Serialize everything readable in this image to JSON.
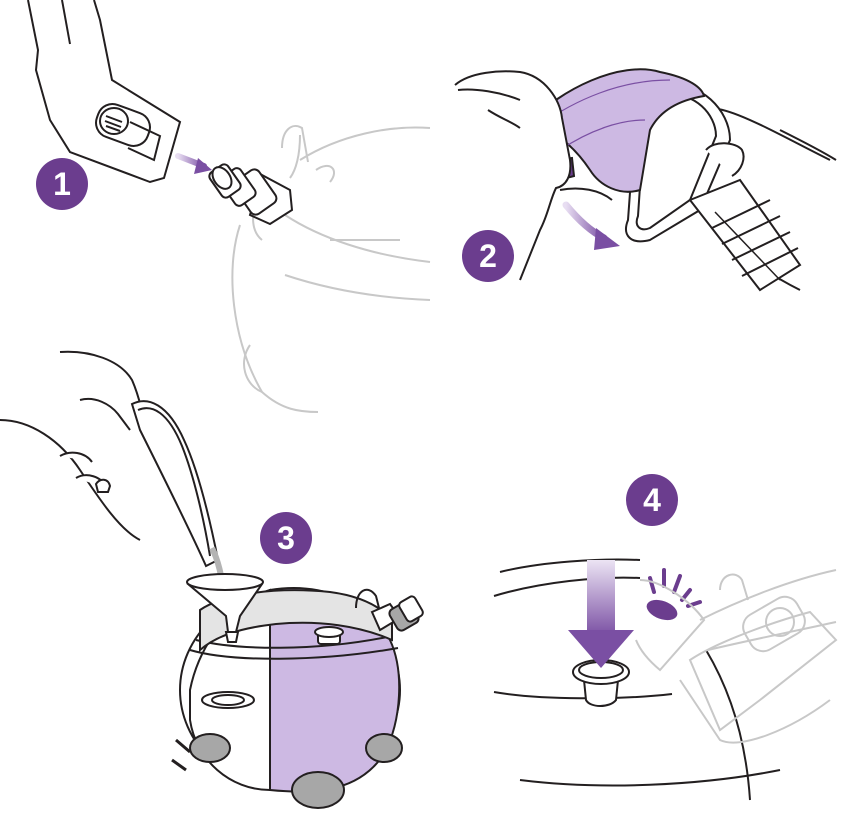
{
  "colors": {
    "accent": "#6b3d8e",
    "accent_light": "#cdb9e3",
    "line": "#231f20",
    "faint_line": "#c4c4c4",
    "grey_fill": "#a7a7a7"
  },
  "steps": [
    {
      "number": "1",
      "icon": "hose-connect-illustration"
    },
    {
      "number": "2",
      "icon": "cloth-cover-illustration"
    },
    {
      "number": "3",
      "icon": "fill-water-illustration"
    },
    {
      "number": "4",
      "icon": "press-button-illustration"
    }
  ]
}
